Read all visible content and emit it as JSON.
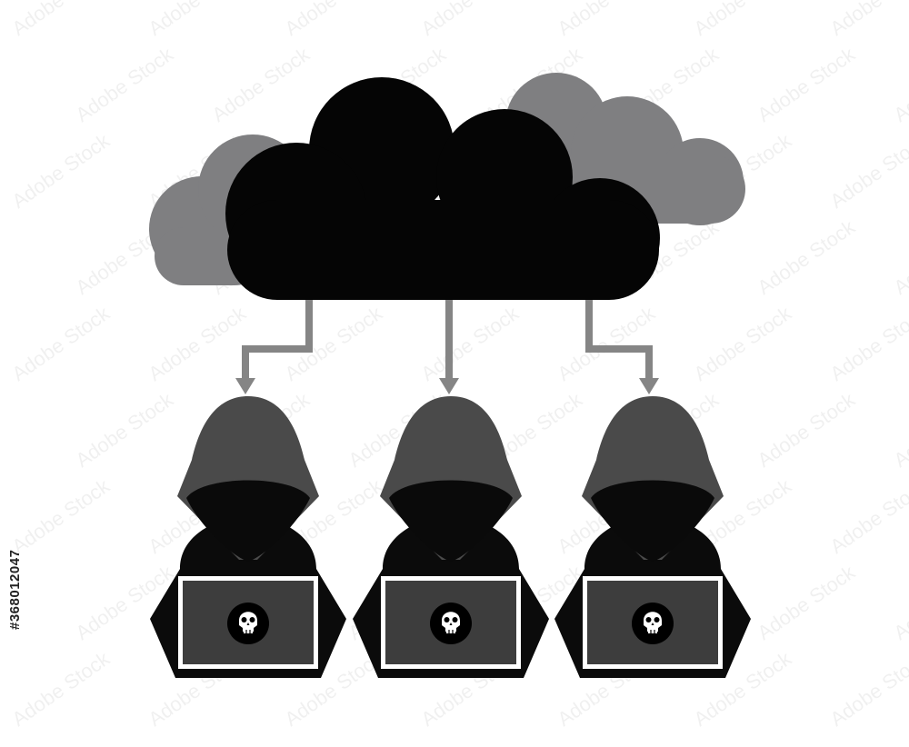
{
  "stock_id": "#368012047",
  "watermark_text": "Adobe Stock",
  "colors": {
    "background": "#ffffff",
    "cloud_front": "#050505",
    "cloud_back": "#7f7f81",
    "arrow": "#858585",
    "hood": "#4a4a4a",
    "face_shadow": "#0a0a0a",
    "body": "#0b0b0b",
    "laptop_frame": "#ffffff",
    "laptop_screen": "#3d3d3d",
    "skull_badge": "#000000",
    "skull": "#ffffff"
  },
  "icons": [
    "cloud-icon",
    "down-arrow-icon",
    "hooded-hacker-icon",
    "laptop-icon",
    "skull-icon"
  ],
  "hacker_count": 3
}
